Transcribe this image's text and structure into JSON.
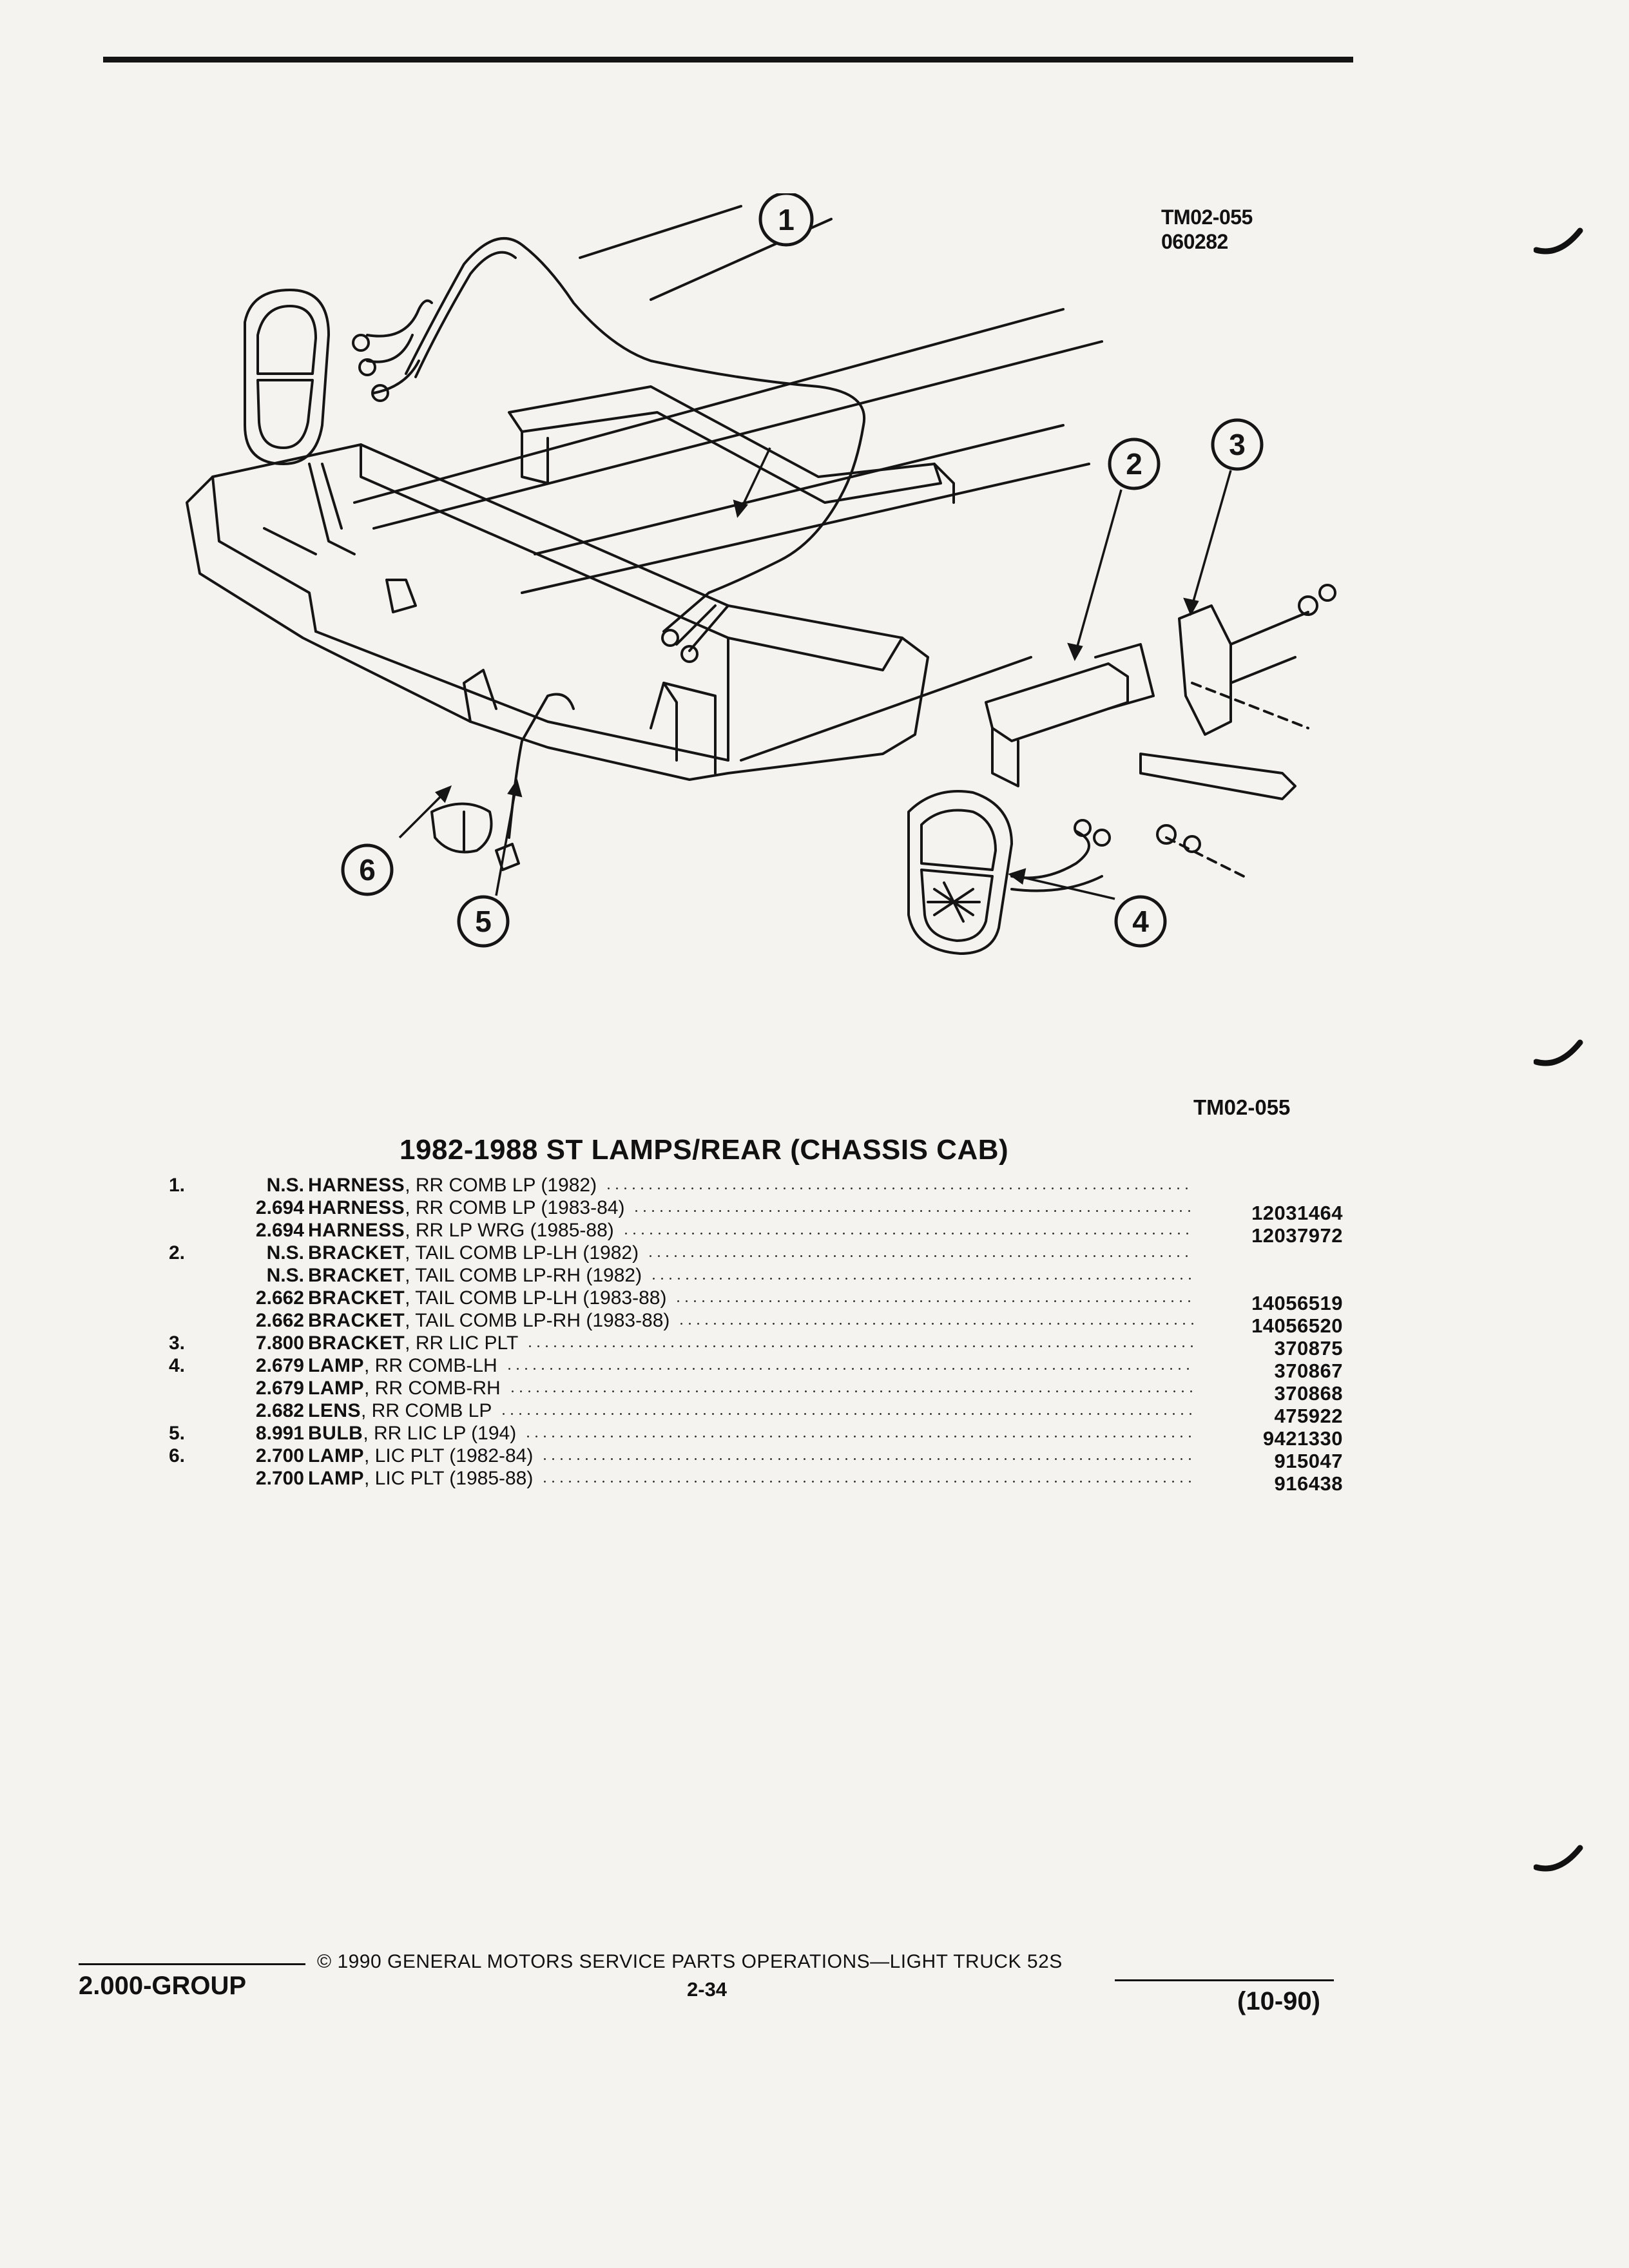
{
  "figure": {
    "ref_code_top_line1": "TM02-055",
    "ref_code_top_line2": "060282",
    "ref_code_bottom": "TM02-055",
    "callouts": [
      "1",
      "2",
      "3",
      "4",
      "5",
      "6"
    ]
  },
  "title": "1982-1988 ST LAMPS/REAR (CHASSIS CAB)",
  "parts": [
    {
      "index": "1.",
      "code": "N.S.",
      "name": "HARNESS",
      "qualifier": ", RR COMB LP (1982)",
      "part_number": ""
    },
    {
      "index": "",
      "code": "2.694",
      "name": "HARNESS",
      "qualifier": ", RR COMB LP (1983-84)",
      "part_number": "12031464"
    },
    {
      "index": "",
      "code": "2.694",
      "name": "HARNESS",
      "qualifier": ", RR LP WRG (1985-88)",
      "part_number": "12037972"
    },
    {
      "index": "2.",
      "code": "N.S.",
      "name": "BRACKET",
      "qualifier": ", TAIL COMB LP-LH (1982)",
      "part_number": ""
    },
    {
      "index": "",
      "code": "N.S.",
      "name": "BRACKET",
      "qualifier": ", TAIL COMB LP-RH (1982)",
      "part_number": ""
    },
    {
      "index": "",
      "code": "2.662",
      "name": "BRACKET",
      "qualifier": ", TAIL COMB LP-LH (1983-88)",
      "part_number": "14056519"
    },
    {
      "index": "",
      "code": "2.662",
      "name": "BRACKET",
      "qualifier": ", TAIL COMB LP-RH (1983-88)",
      "part_number": "14056520"
    },
    {
      "index": "3.",
      "code": "7.800",
      "name": "BRACKET",
      "qualifier": ", RR LIC PLT",
      "part_number": "370875"
    },
    {
      "index": "4.",
      "code": "2.679",
      "name": "LAMP",
      "qualifier": ", RR COMB-LH",
      "part_number": "370867"
    },
    {
      "index": "",
      "code": "2.679",
      "name": "LAMP",
      "qualifier": ", RR COMB-RH",
      "part_number": "370868"
    },
    {
      "index": "",
      "code": "2.682",
      "name": "LENS",
      "qualifier": ", RR COMB LP",
      "part_number": "475922"
    },
    {
      "index": "5.",
      "code": "8.991",
      "name": "BULB",
      "qualifier": ", RR LIC LP (194)",
      "part_number": "9421330"
    },
    {
      "index": "6.",
      "code": "2.700",
      "name": "LAMP",
      "qualifier": ", LIC PLT (1982-84)",
      "part_number": "915047"
    },
    {
      "index": "",
      "code": "2.700",
      "name": "LAMP",
      "qualifier": ", LIC PLT (1985-88)",
      "part_number": "916438"
    }
  ],
  "footer": {
    "copyright": "© 1990 GENERAL MOTORS SERVICE PARTS OPERATIONS—LIGHT TRUCK 52S",
    "page": "2-34",
    "group": "2.000-GROUP",
    "revision": "(10-90)"
  }
}
